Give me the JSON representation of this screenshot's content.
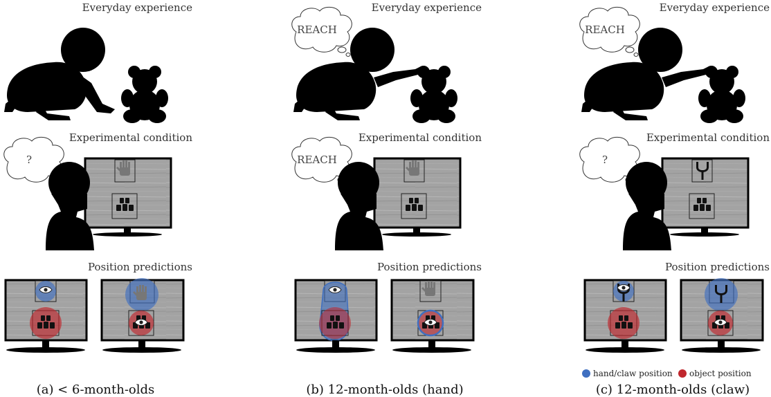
{
  "panels": [
    {
      "id": "a",
      "everyday_label": "Everyday experience",
      "experimental_label": "Experimental condition",
      "predictions_label": "Position predictions",
      "experimental_thought": "?",
      "caption": "(a) < 6-month-olds",
      "everyday_reaching": false
    },
    {
      "id": "b",
      "everyday_label": "Everyday experience",
      "everyday_thought": "REACH",
      "experimental_label": "Experimental condition",
      "predictions_label": "Position predictions",
      "experimental_thought": "REACH",
      "caption": "(b) 12-month-olds (hand)",
      "everyday_reaching": true
    },
    {
      "id": "c",
      "everyday_label": "Everyday experience",
      "everyday_thought": "REACH",
      "experimental_label": "Experimental condition",
      "predictions_label": "Position predictions",
      "experimental_thought": "?",
      "caption": "(c) 12-month-olds (claw)",
      "everyday_reaching": true
    }
  ],
  "legend": {
    "hand_label": "hand/claw position",
    "object_label": "object position"
  },
  "colors": {
    "hand": "#3f6fc0",
    "object": "#c0272d",
    "silhouette": "#000000",
    "screen": "#9a9a9a"
  }
}
